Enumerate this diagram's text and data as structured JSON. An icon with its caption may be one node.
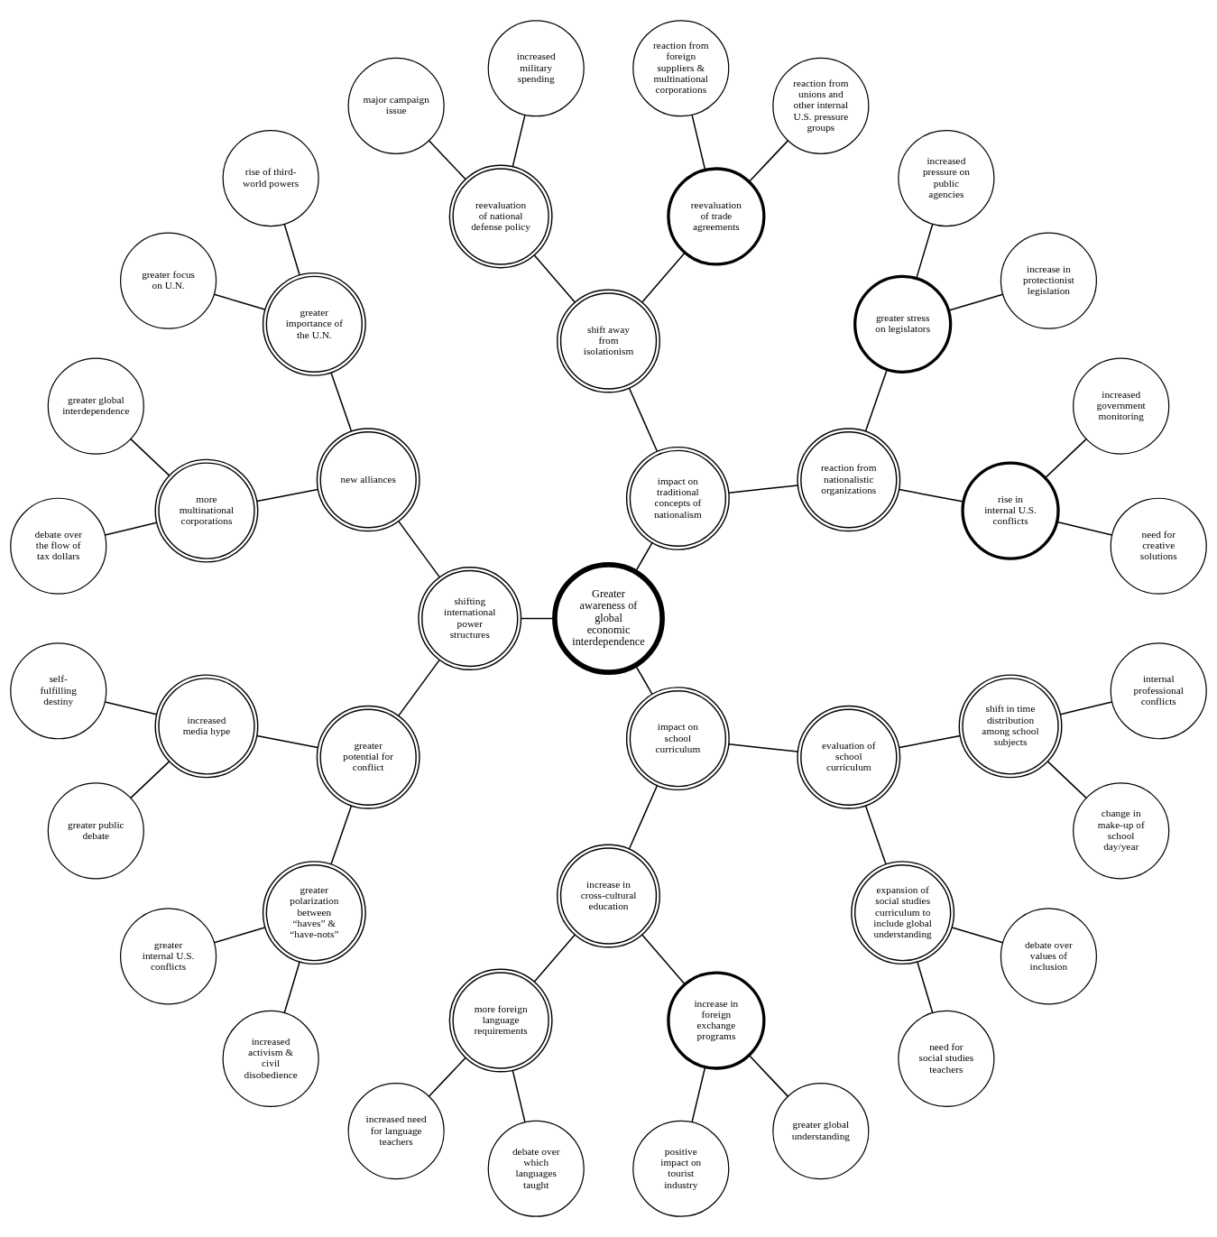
{
  "diagram": {
    "nodes": [
      {
        "text": [
          "Greater awareness of global economic interdependence"
        ]
      },
      {
        "text": [
          "impact on traditional concepts of nationalism"
        ]
      },
      {
        "text": [
          "shifting international power structures"
        ]
      },
      {
        "text": [
          "impact on school curriculum"
        ]
      },
      {
        "text": [
          "reaction from nationalistic organizations"
        ]
      },
      {
        "text": [
          "shift away from isolationism"
        ]
      },
      {
        "text": [
          "rise in internal U.S. conflicts"
        ]
      },
      {
        "text": [
          "greater stress on legislators"
        ]
      },
      {
        "text": [
          "need for creative solutions"
        ]
      },
      {
        "text": [
          "increased government monitoring"
        ]
      },
      {
        "text": [
          "increase in protectionist legislation"
        ]
      },
      {
        "text": [
          "increased pressure on public agencies"
        ]
      },
      {
        "text": [
          "reevaluation of trade agreements"
        ]
      },
      {
        "text": [
          "reevaluation of national defense policy"
        ]
      },
      {
        "text": [
          "reaction from unions and other internal U.S. pressure groups"
        ]
      },
      {
        "text": [
          "reaction from foreign suppliers & multinational corporations"
        ]
      },
      {
        "text": [
          "increased military spending"
        ]
      },
      {
        "text": [
          "major campaign issue"
        ]
      },
      {
        "text": [
          "new alliances"
        ]
      },
      {
        "text": [
          "greater potential for conflict"
        ]
      },
      {
        "text": [
          "greater importance of the U.N."
        ]
      },
      {
        "text": [
          "more multinational corporations"
        ]
      },
      {
        "text": [
          "rise of third-world powers"
        ]
      },
      {
        "text": [
          "greater focus on U.N."
        ]
      },
      {
        "text": [
          "greater global interdependence"
        ]
      },
      {
        "text": [
          "debate over the flow of tax dollars"
        ]
      },
      {
        "text": [
          "increased media hype"
        ]
      },
      {
        "text": [
          "greater polarization between “haves” & “have-nots”"
        ]
      },
      {
        "text": [
          "self-fulfilling destiny"
        ]
      },
      {
        "text": [
          "greater public debate"
        ]
      },
      {
        "text": [
          "greater internal U.S. conflicts"
        ]
      },
      {
        "text": [
          "increased activism & civil disobedience"
        ]
      },
      {
        "text": [
          "increase in cross-cultural education"
        ]
      },
      {
        "text": [
          "evaluation of school curriculum"
        ]
      },
      {
        "text": [
          "more foreign language requirements"
        ]
      },
      {
        "text": [
          "increase in foreign exchange programs"
        ]
      },
      {
        "text": [
          "increased need for language teachers"
        ]
      },
      {
        "text": [
          "debate over which languages taught"
        ]
      },
      {
        "text": [
          "positive impact on tourist industry"
        ]
      },
      {
        "text": [
          "greater global understanding"
        ]
      },
      {
        "text": [
          "expansion of social studies curriculum to include global understanding"
        ]
      },
      {
        "text": [
          "shift in time distribution among school subjects"
        ]
      },
      {
        "text": [
          "need for social studies teachers"
        ]
      },
      {
        "text": [
          "debate over values of inclusion"
        ]
      },
      {
        "text": [
          "change in make-up of school day/year"
        ]
      },
      {
        "text": [
          "internal professional conflicts"
        ]
      }
    ],
    "edges": [
      {
        "from": 0,
        "to": 1,
        "arrow": "none"
      },
      {
        "from": 0,
        "to": 2,
        "arrow": "none"
      },
      {
        "from": 0,
        "to": 3,
        "arrow": "none"
      },
      {
        "from": 1,
        "to": 4,
        "arrow": "none"
      },
      {
        "from": 1,
        "to": 5,
        "arrow": "none"
      },
      {
        "from": 4,
        "to": 6,
        "arrow": "none"
      },
      {
        "from": 4,
        "to": 7,
        "arrow": "none"
      },
      {
        "from": 6,
        "to": 8,
        "arrow": "none"
      },
      {
        "from": 6,
        "to": 9,
        "arrow": "none"
      },
      {
        "from": 7,
        "to": 10,
        "arrow": "none"
      },
      {
        "from": 7,
        "to": 11,
        "arrow": "none"
      },
      {
        "from": 5,
        "to": 12,
        "arrow": "none"
      },
      {
        "from": 5,
        "to": 13,
        "arrow": "none"
      },
      {
        "from": 12,
        "to": 14,
        "arrow": "none"
      },
      {
        "from": 12,
        "to": 15,
        "arrow": "none"
      },
      {
        "from": 13,
        "to": 16,
        "arrow": "none"
      },
      {
        "from": 13,
        "to": 17,
        "arrow": "none"
      },
      {
        "from": 2,
        "to": 18,
        "arrow": "none"
      },
      {
        "from": 2,
        "to": 19,
        "arrow": "none"
      },
      {
        "from": 18,
        "to": 20,
        "arrow": "none"
      },
      {
        "from": 18,
        "to": 21,
        "arrow": "none"
      },
      {
        "from": 20,
        "to": 22,
        "arrow": "none"
      },
      {
        "from": 20,
        "to": 23,
        "arrow": "none"
      },
      {
        "from": 21,
        "to": 24,
        "arrow": "none"
      },
      {
        "from": 21,
        "to": 25,
        "arrow": "none"
      },
      {
        "from": 19,
        "to": 26,
        "arrow": "none"
      },
      {
        "from": 19,
        "to": 27,
        "arrow": "none"
      },
      {
        "from": 26,
        "to": 28,
        "arrow": "none"
      },
      {
        "from": 26,
        "to": 29,
        "arrow": "none"
      },
      {
        "from": 27,
        "to": 30,
        "arrow": "none"
      },
      {
        "from": 27,
        "to": 31,
        "arrow": "none"
      },
      {
        "from": 3,
        "to": 32,
        "arrow": "none"
      },
      {
        "from": 3,
        "to": 33,
        "arrow": "none"
      },
      {
        "from": 32,
        "to": 34,
        "arrow": "none"
      },
      {
        "from": 32,
        "to": 35,
        "arrow": "none"
      },
      {
        "from": 34,
        "to": 36,
        "arrow": "none"
      },
      {
        "from": 34,
        "to": 37,
        "arrow": "none"
      },
      {
        "from": 35,
        "to": 38,
        "arrow": "none"
      },
      {
        "from": 35,
        "to": 39,
        "arrow": "none"
      },
      {
        "from": 33,
        "to": 40,
        "arrow": "none"
      },
      {
        "from": 33,
        "to": 41,
        "arrow": "none"
      },
      {
        "from": 40,
        "to": 42,
        "arrow": "none"
      },
      {
        "from": 40,
        "to": 43,
        "arrow": "none"
      },
      {
        "from": 41,
        "to": 44,
        "arrow": "none"
      },
      {
        "from": 41,
        "to": 45,
        "arrow": "none"
      }
    ]
  }
}
